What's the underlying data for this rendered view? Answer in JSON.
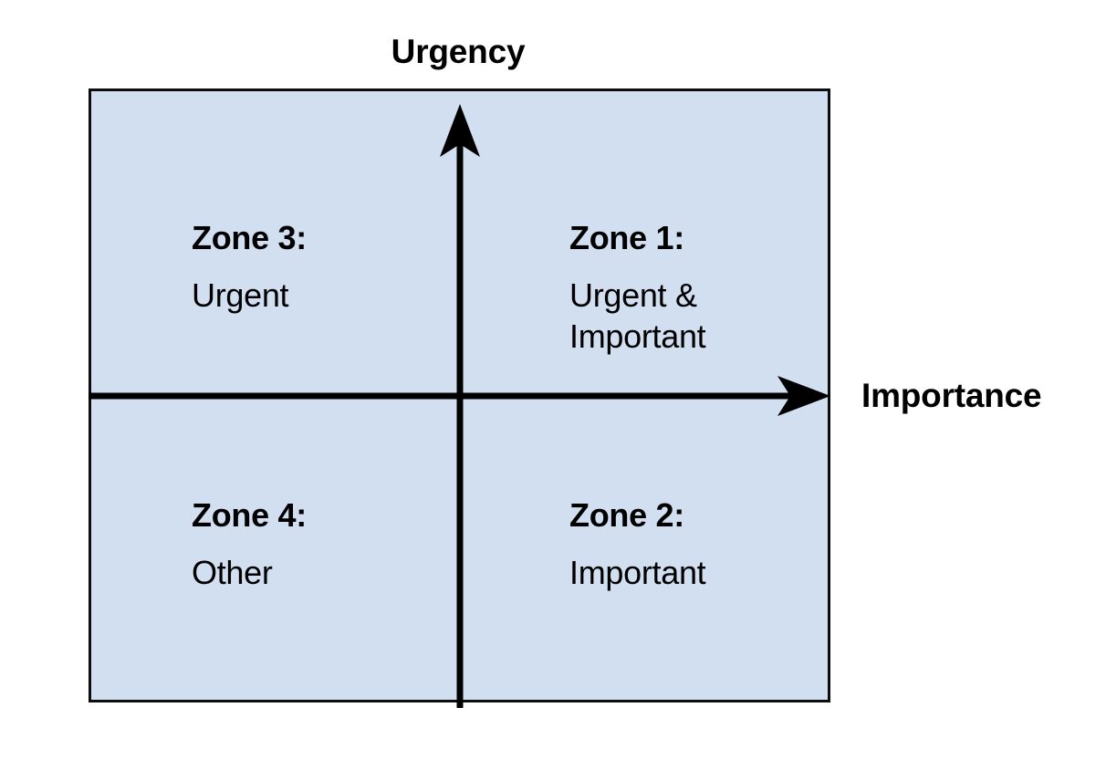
{
  "diagram": {
    "type": "2x2-quadrant-matrix",
    "axes": {
      "y_label": "Urgency",
      "x_label": "Importance"
    },
    "colors": {
      "quadrant_fill": "#d1dff1",
      "border": "#0d0d0d",
      "axis": "#000000",
      "text": "#000000",
      "background": "#ffffff"
    },
    "quadrants": [
      {
        "id": "zone-3",
        "position": "top-left",
        "title": "Zone 3:",
        "description": "Urgent"
      },
      {
        "id": "zone-1",
        "position": "top-right",
        "title": "Zone 1:",
        "description": "Urgent &\nImportant"
      },
      {
        "id": "zone-4",
        "position": "bottom-left",
        "title": "Zone 4:",
        "description": "Other"
      },
      {
        "id": "zone-2",
        "position": "bottom-right",
        "title": "Zone 2:",
        "description": "Important"
      }
    ]
  }
}
